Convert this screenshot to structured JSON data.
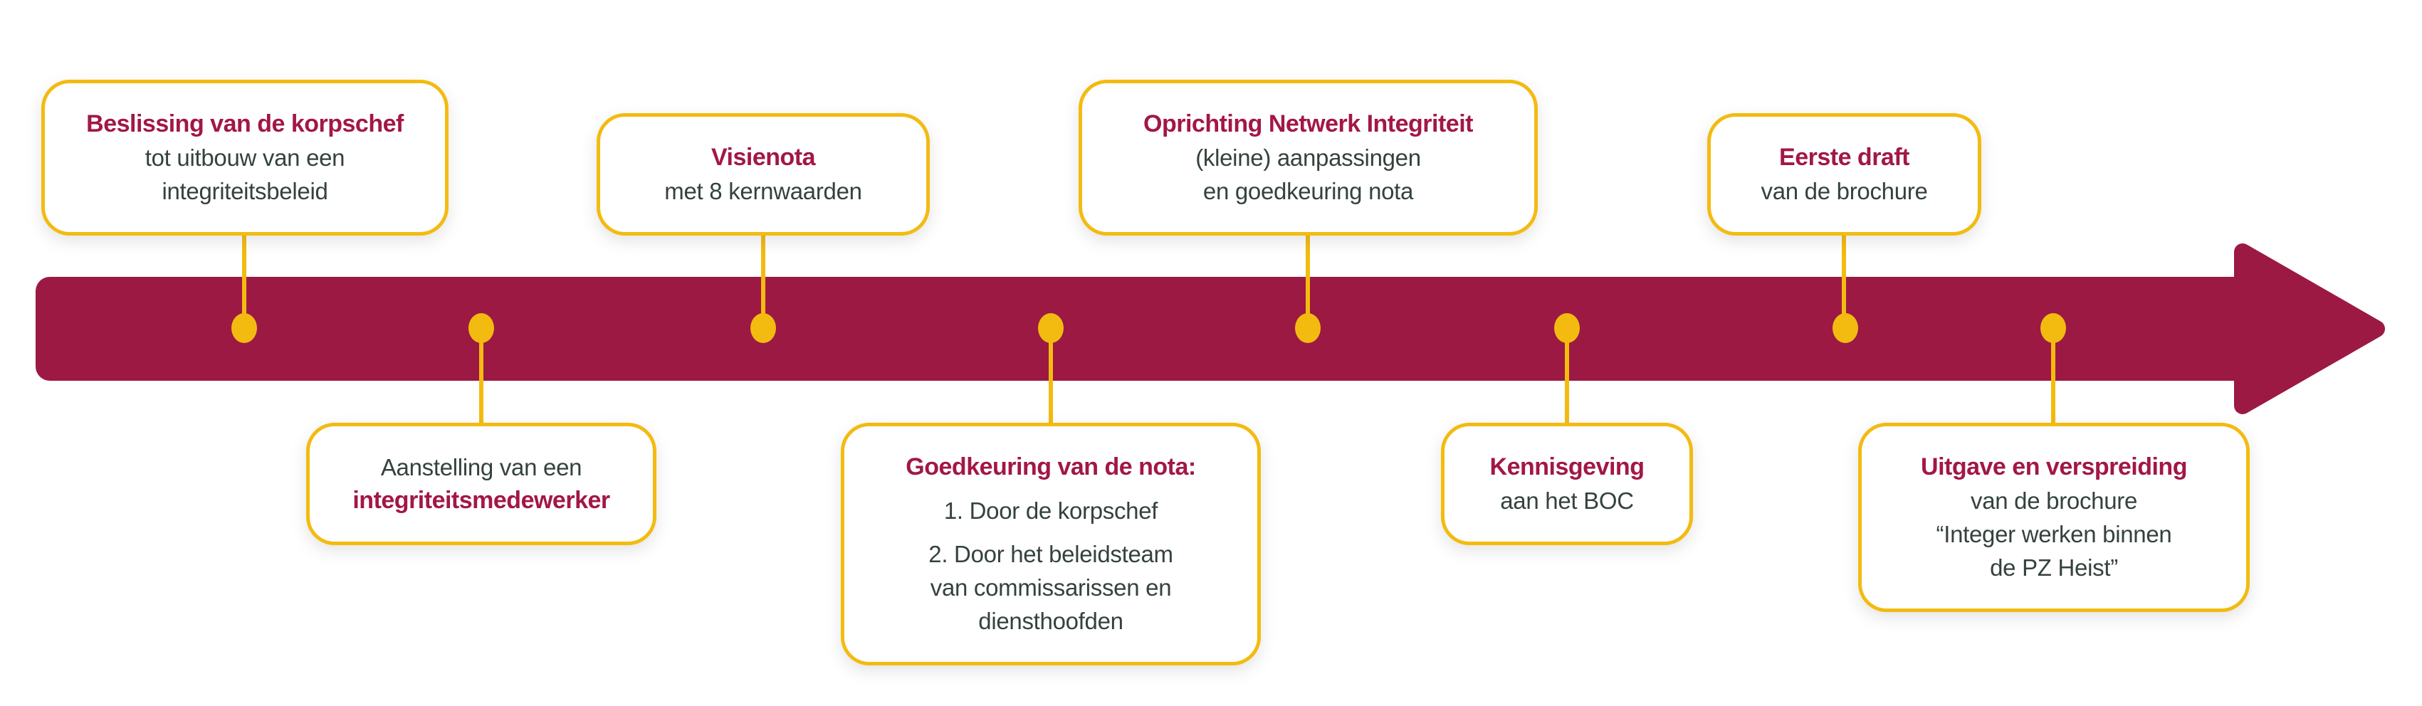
{
  "colors": {
    "timeline_maroon": "#9C1943",
    "accent_gold": "#F3BB10",
    "title_red": "#A21747",
    "body_text": "#34423E",
    "background": "#FFFFFF"
  },
  "timeline": {
    "type": "horizontal-arrow-timeline",
    "direction": "left-to-right",
    "milestone_count": 8
  },
  "milestones": [
    {
      "side": "above",
      "rows": [
        "Beslissing van de korpschef",
        "tot uitbouw van een",
        "integriteitsbeleid"
      ]
    },
    {
      "side": "below",
      "rows": [
        "Aanstelling van een",
        "integriteitsmedewerker"
      ]
    },
    {
      "side": "above",
      "rows": [
        "Visienota",
        "met 8 kernwaarden"
      ]
    },
    {
      "side": "below",
      "rows": [
        "Goedkeuring van de nota:",
        "1. Door de korpschef",
        "2. Door het beleidsteam",
        "van commissarissen en",
        "diensthoofden"
      ]
    },
    {
      "side": "above",
      "rows": [
        "Oprichting Netwerk Integriteit",
        "(kleine) aanpassingen",
        "en goedkeuring nota"
      ]
    },
    {
      "side": "below",
      "rows": [
        "Kennisgeving",
        "aan het BOC"
      ]
    },
    {
      "side": "above",
      "rows": [
        "Eerste draft",
        "van de brochure"
      ]
    },
    {
      "side": "below",
      "rows": [
        "Uitgave en verspreiding",
        "van de brochure",
        "“Integer werken binnen",
        "de PZ Heist”"
      ]
    }
  ]
}
